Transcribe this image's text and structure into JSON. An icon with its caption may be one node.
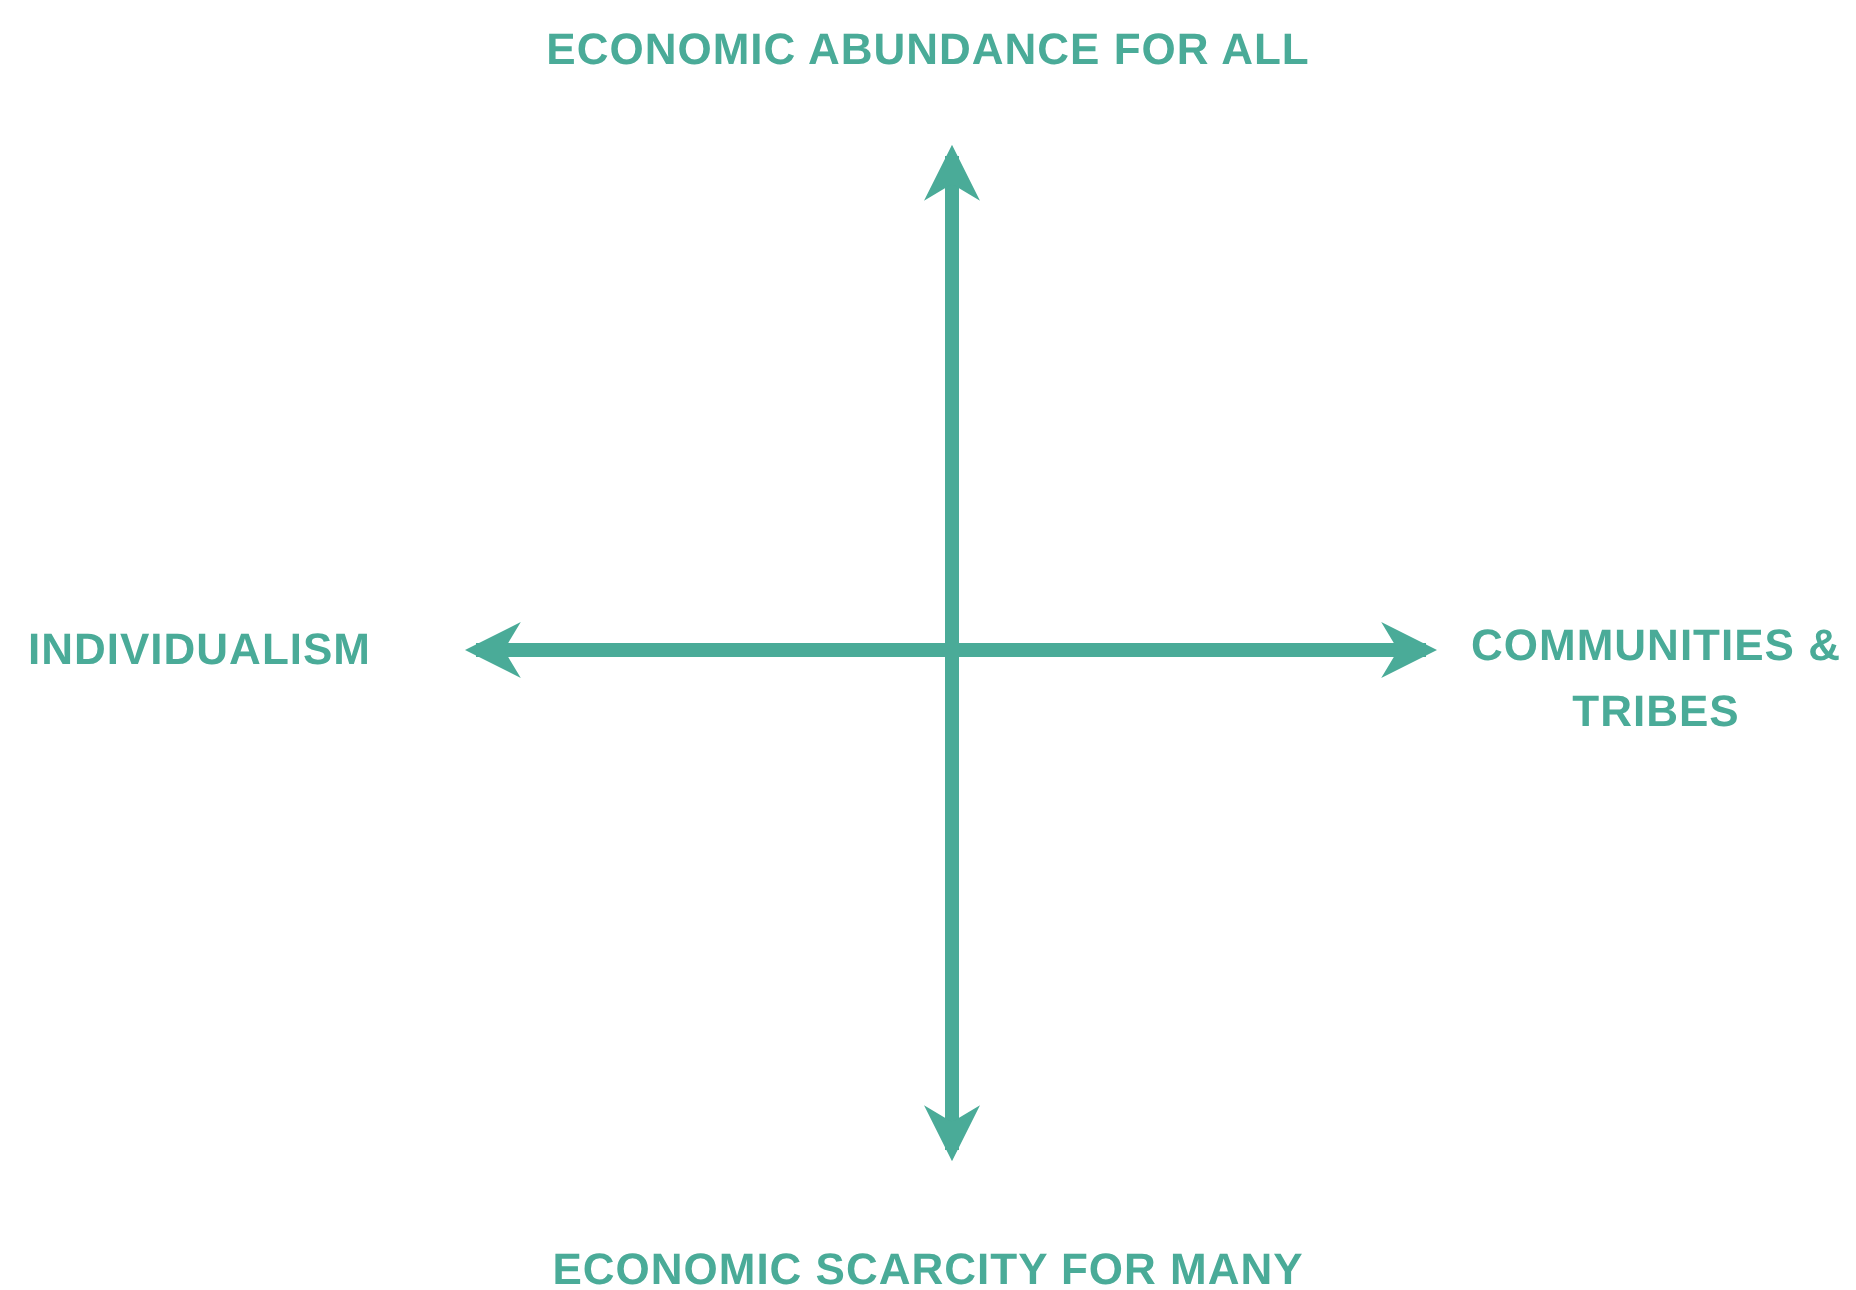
{
  "diagram": {
    "labels": [
      "ECONOMIC ABUNDANCE FOR ALL",
      "INDIVIDUALISM",
      "COMMUNITIES & TRIBES",
      "ECONOMIC SCARCITY FOR MANY"
    ]
  }
}
